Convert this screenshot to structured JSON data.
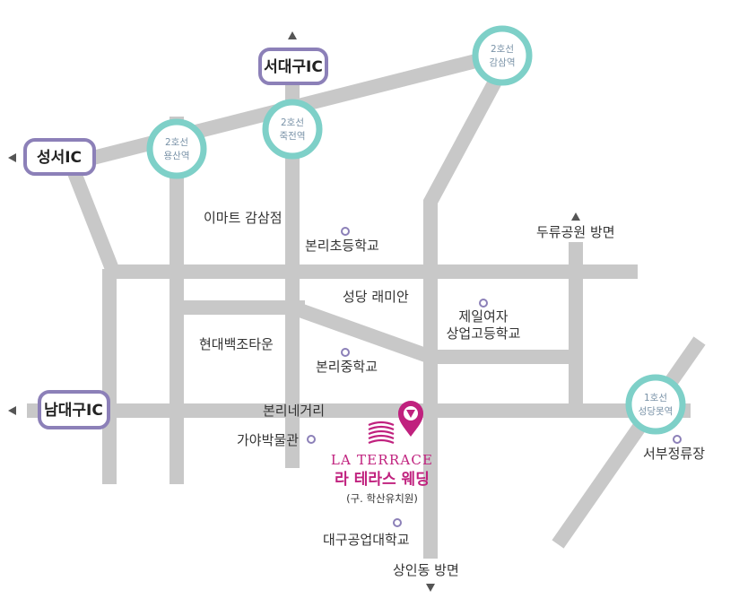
{
  "colors": {
    "road": "#c8c8c8",
    "station_ring": "#7ed0c8",
    "ic_border": "#8c80b8",
    "poi_ring": "#8c80b8",
    "brand": "#c0217e",
    "arrow": "#555555",
    "text": "#333333"
  },
  "interchanges": {
    "seodaegu": "서대구IC",
    "seongseo": "성서IC",
    "namdaegu": "남대구IC"
  },
  "stations": {
    "gamsam": {
      "line": "2호선",
      "name": "감삼역"
    },
    "jukjeon": {
      "line": "2호선",
      "name": "죽전역"
    },
    "yongsan": {
      "line": "2호선",
      "name": "용산역"
    },
    "seongdangmot": {
      "line": "1호선",
      "name": "성당못역"
    }
  },
  "places": {
    "emart": "이마트 감삼점",
    "bonri_elementary": "본리초등학교",
    "duryu_park": "두류공원 방면",
    "seongdang_raemian": "성당 래미안",
    "jeil_girls_line1": "제일여자",
    "jeil_girls_line2": "상업고등학교",
    "hyundai_town": "현대백조타운",
    "bonri_middle": "본리중학교",
    "bonri_crossroad": "본리네거리",
    "gaya_museum": "가야박물관",
    "seobu_terminal": "서부정류장",
    "daegu_tech": "대구공업대학교",
    "sangin_direction": "상인동 방면"
  },
  "brand": {
    "name_en": "LA TERRACE",
    "name_ko": "라 테라스 웨딩",
    "former_name": "(구. 학산유치원)"
  }
}
